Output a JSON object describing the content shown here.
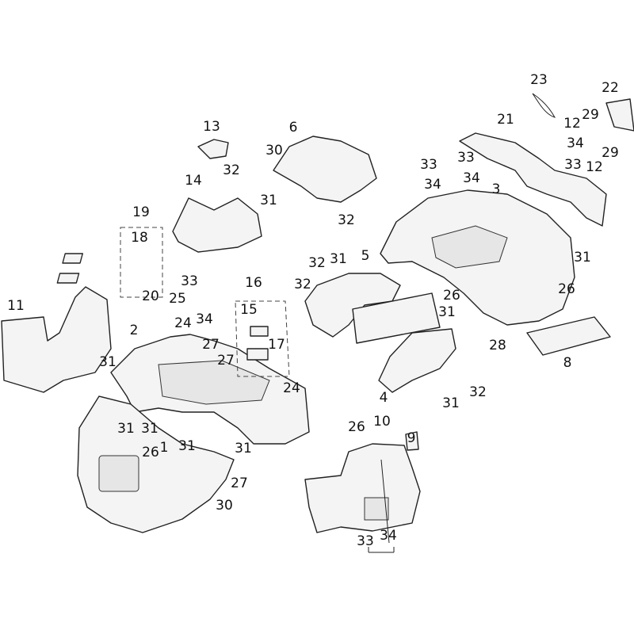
{
  "diagram": {
    "type": "exploded-parts-diagram",
    "callouts": [
      "23",
      "22",
      "29",
      "12",
      "34",
      "29",
      "33",
      "12",
      "21",
      "6",
      "13",
      "30",
      "32",
      "14",
      "31",
      "32",
      "33",
      "33",
      "34",
      "34",
      "3",
      "19",
      "18",
      "20",
      "5",
      "31",
      "32",
      "32",
      "31",
      "26",
      "26",
      "31",
      "28",
      "8",
      "33",
      "25",
      "24",
      "34",
      "16",
      "15",
      "17",
      "27",
      "27",
      "24",
      "11",
      "2",
      "31",
      "4",
      "31",
      "32",
      "31",
      "31",
      "1",
      "31",
      "31",
      "26",
      "26",
      "10",
      "9",
      "27",
      "30",
      "33",
      "34"
    ]
  }
}
